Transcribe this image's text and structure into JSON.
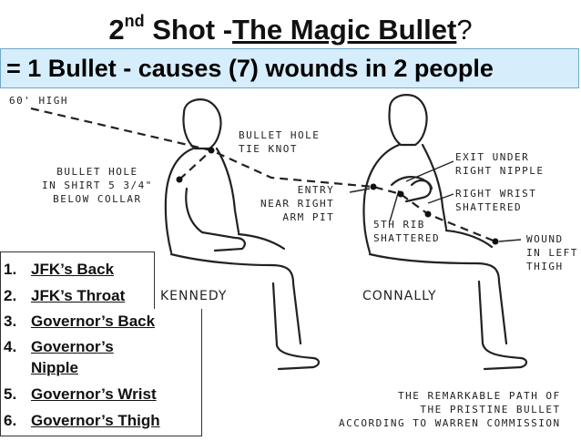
{
  "title": {
    "ordinal": "2",
    "superscript": "nd",
    "shot": " Shot -",
    "name": "The Magic Bullet",
    "question": "?"
  },
  "banner": "= 1 Bullet - causes (7) wounds in 2 people",
  "annotations": {
    "high": "60' HIGH",
    "shirt_hole": "BULLET HOLE\nIN SHIRT 5 3/4\"\nBELOW COLLAR",
    "tie_knot": "BULLET HOLE\nTIE KNOT",
    "entry": "ENTRY\nNEAR RIGHT\nARM PIT",
    "rib": "5TH RIB\nSHATTERED",
    "exit": "EXIT UNDER\nRIGHT NIPPLE",
    "wrist": "RIGHT WRIST\nSHATTERED",
    "thigh": "WOUND\nIN LEFT\nTHIGH",
    "caption": "THE REMARKABLE PATH OF\nTHE PRISTINE BULLET\nACCORDING TO WARREN COMMISSION"
  },
  "names": {
    "kennedy": "KENNEDY",
    "connally": "CONNALLY"
  },
  "wounds": [
    {
      "num": "1.",
      "label": "JFK’s Back"
    },
    {
      "num": "2.",
      "label": "JFK’s Throat"
    },
    {
      "num": "3.",
      "label": "Governor’s Back"
    },
    {
      "num": "4.",
      "label_line1": "Governor’s",
      "label_line2": "Nipple"
    },
    {
      "num": "5.",
      "label": "Governor’s Wrist"
    },
    {
      "num": "6.",
      "label": "Governor’s Thigh"
    }
  ],
  "colors": {
    "banner_bg": "#d6eefb",
    "banner_border": "#6fa7c9",
    "ink": "#222222"
  }
}
